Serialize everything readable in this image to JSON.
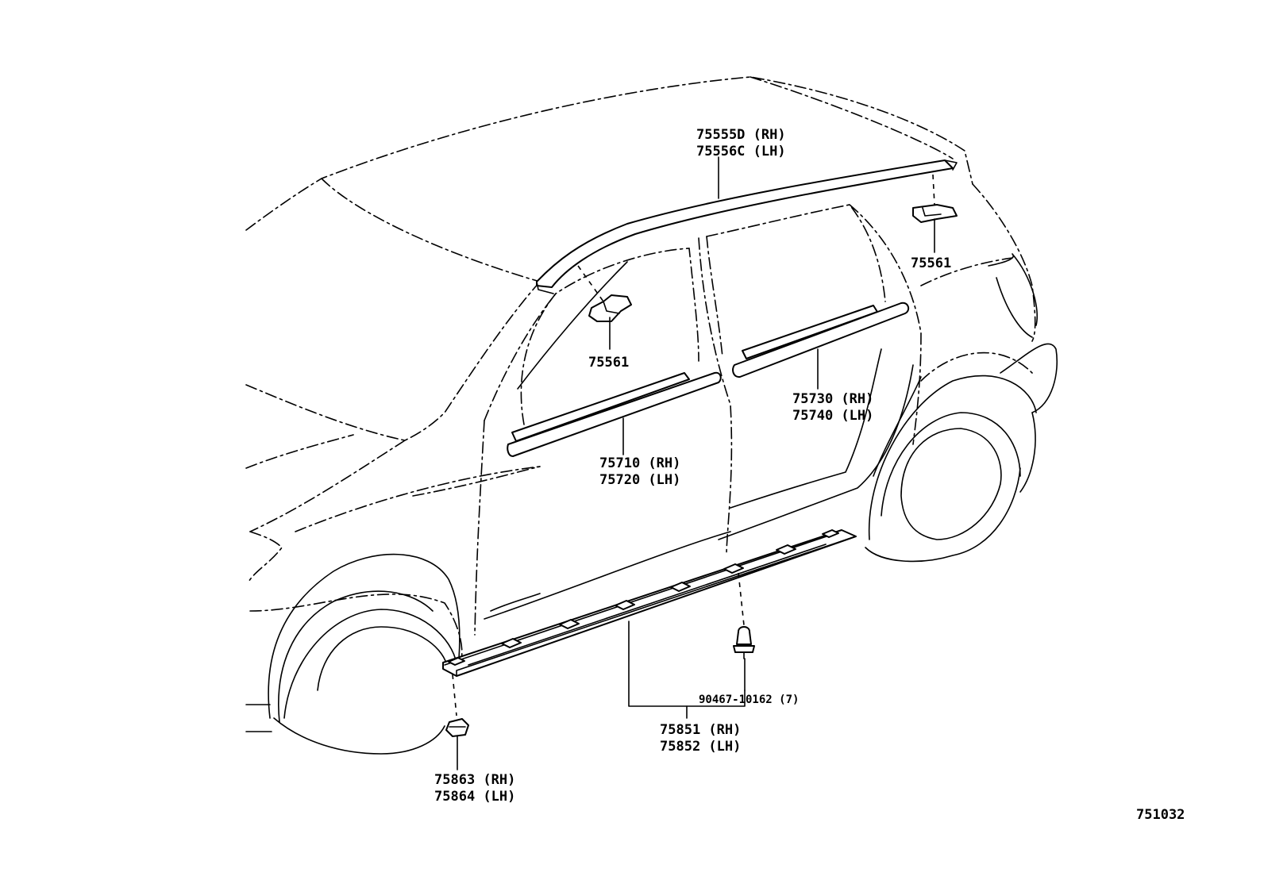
{
  "parts": {
    "roof_rail": {
      "rh": "75555D (RH)",
      "lh": "75556C (LH)"
    },
    "clip_front": {
      "code": "75561"
    },
    "clip_rear": {
      "code": "75561"
    },
    "rear_door_moulding": {
      "rh": "75730 (RH)",
      "lh": "75740 (LH)"
    },
    "front_door_moulding": {
      "rh": "75710 (RH)",
      "lh": "75720 (LH)"
    },
    "rocker_fastener": {
      "code": "90467-10162 (7)"
    },
    "rocker_panel": {
      "rh": "75851 (RH)",
      "lh": "75852 (LH)"
    },
    "rocker_nut": {
      "rh": "75863 (RH)",
      "lh": "75864 (LH)"
    }
  },
  "diagram_id": "751032"
}
